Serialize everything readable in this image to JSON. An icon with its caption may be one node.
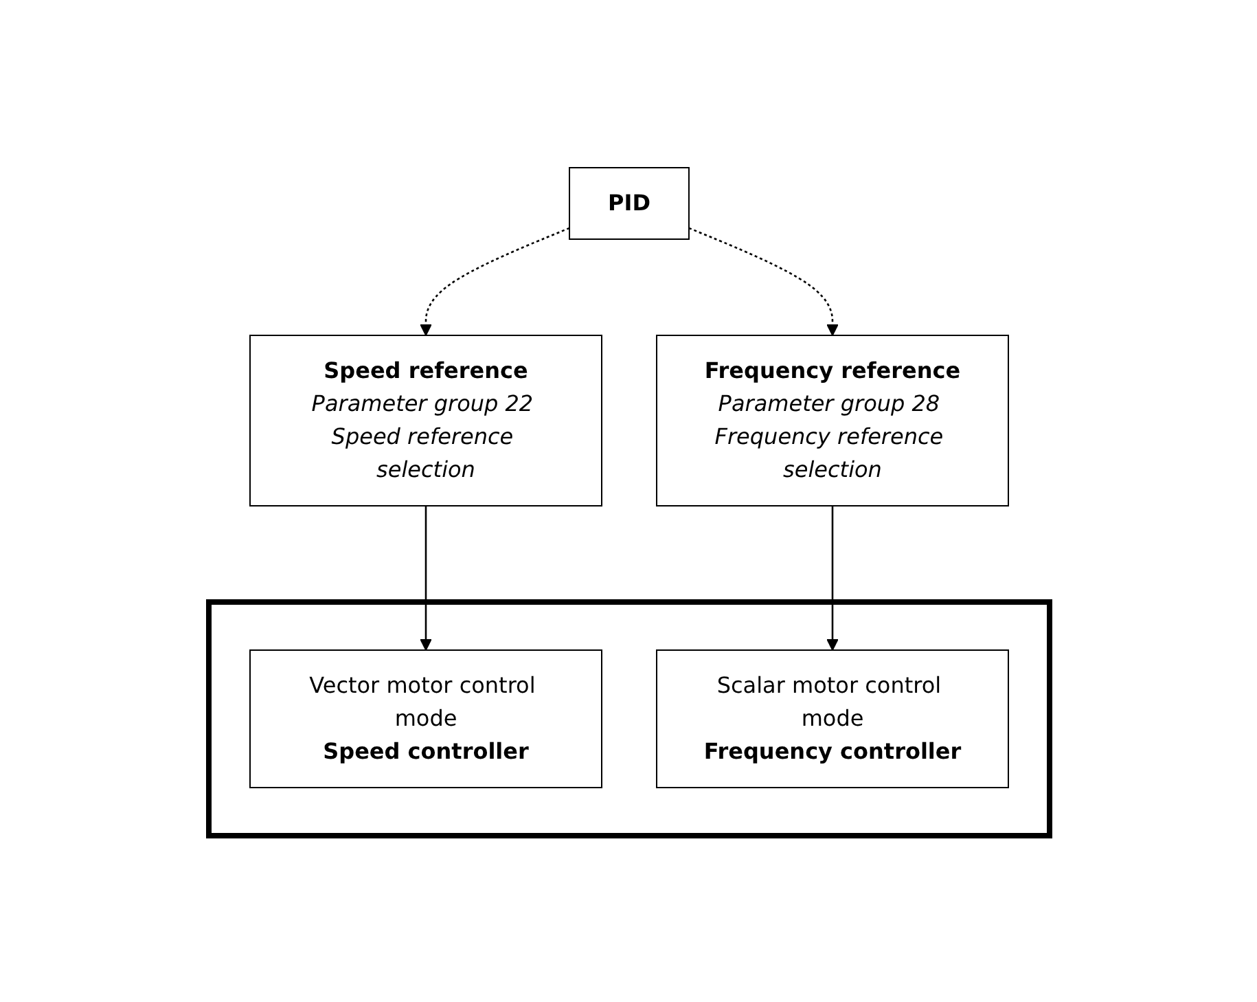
{
  "diagram": {
    "nodes": [
      {
        "text": [
          "PID"
        ]
      },
      {
        "text": [
          "Speed reference",
          "Parameter group 22 Speed reference selection"
        ]
      },
      {
        "text": [
          "Frequency reference",
          "Parameter group 28 Frequency reference selection"
        ]
      },
      {
        "text": [],
        "shape": "box"
      },
      {
        "text": [
          "Vector motor control mode",
          "Speed controller"
        ],
        "in": 3
      },
      {
        "text": [
          "Scalar motor control mode",
          "Frequency controller"
        ],
        "in": 3
      }
    ],
    "edges": [
      {
        "from": 0,
        "to": 1,
        "arrow": "to",
        "style": "dashed"
      },
      {
        "from": 0,
        "to": 2,
        "arrow": "to",
        "style": "dashed"
      },
      {
        "from": 1,
        "to": 4,
        "arrow": "to"
      },
      {
        "from": 2,
        "to": 5,
        "arrow": "to"
      }
    ]
  }
}
